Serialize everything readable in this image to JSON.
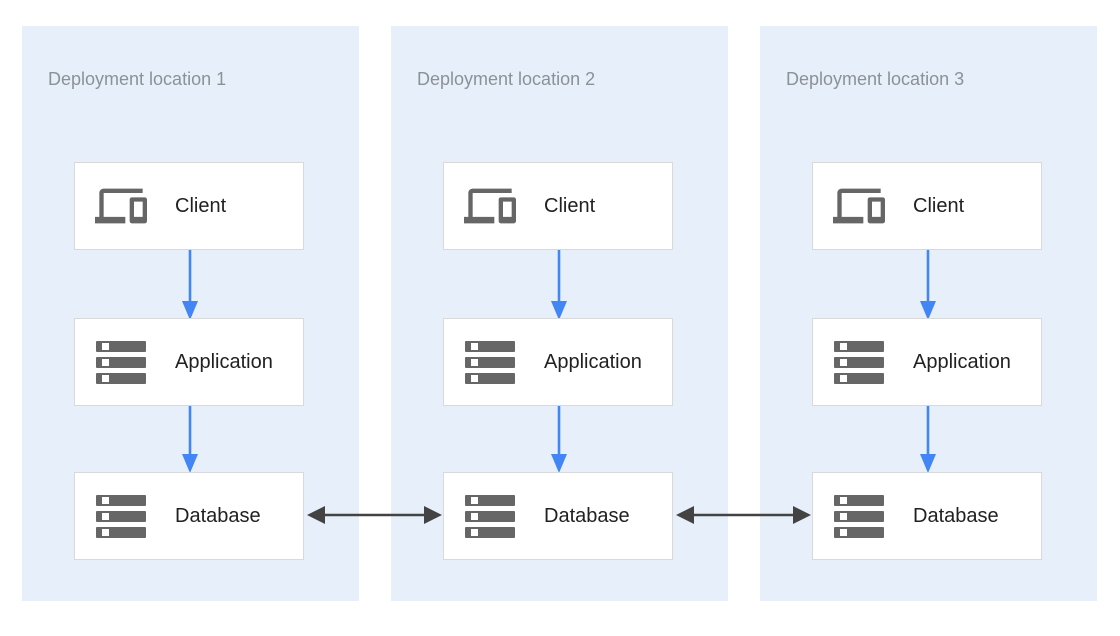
{
  "panels": [
    {
      "title": "Deployment location 1",
      "nodes": [
        {
          "id": "client-1",
          "label": "Client",
          "icon": "devices-icon"
        },
        {
          "id": "application-1",
          "label": "Application",
          "icon": "server-stack-icon"
        },
        {
          "id": "database-1",
          "label": "Database",
          "icon": "server-stack-icon"
        }
      ]
    },
    {
      "title": "Deployment location 2",
      "nodes": [
        {
          "id": "client-2",
          "label": "Client",
          "icon": "devices-icon"
        },
        {
          "id": "application-2",
          "label": "Application",
          "icon": "server-stack-icon"
        },
        {
          "id": "database-2",
          "label": "Database",
          "icon": "server-stack-icon"
        }
      ]
    },
    {
      "title": "Deployment location 3",
      "nodes": [
        {
          "id": "client-3",
          "label": "Client",
          "icon": "devices-icon"
        },
        {
          "id": "application-3",
          "label": "Application",
          "icon": "server-stack-icon"
        },
        {
          "id": "database-3",
          "label": "Database",
          "icon": "server-stack-icon"
        }
      ]
    }
  ],
  "edges": [
    {
      "from": "client-1",
      "to": "application-1",
      "type": "flow",
      "direction": "down"
    },
    {
      "from": "application-1",
      "to": "database-1",
      "type": "flow",
      "direction": "down"
    },
    {
      "from": "client-2",
      "to": "application-2",
      "type": "flow",
      "direction": "down"
    },
    {
      "from": "application-2",
      "to": "database-2",
      "type": "flow",
      "direction": "down"
    },
    {
      "from": "client-3",
      "to": "application-3",
      "type": "flow",
      "direction": "down"
    },
    {
      "from": "application-3",
      "to": "database-3",
      "type": "flow",
      "direction": "down"
    },
    {
      "from": "database-1",
      "to": "database-2",
      "type": "replication",
      "direction": "bidirectional"
    },
    {
      "from": "database-2",
      "to": "database-3",
      "type": "replication",
      "direction": "bidirectional"
    }
  ],
  "colors": {
    "panel_bg": "#e7f0fa",
    "panel_title": "#8b9196",
    "node_bg": "#ffffff",
    "node_border": "#d9d9d9",
    "node_label": "#212121",
    "icon_gray": "#666666",
    "flow_arrow": "#4285f4",
    "replication_arrow": "#434343",
    "page_bg": "#ffffff"
  }
}
